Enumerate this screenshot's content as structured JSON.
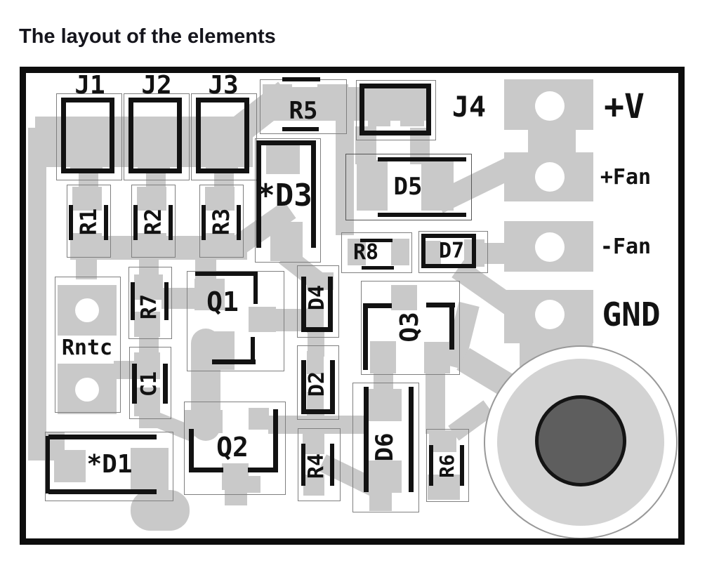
{
  "title": "The layout of the elements",
  "board": {
    "connectors": {
      "j1": "J1",
      "j2": "J2",
      "j3": "J3",
      "j4": "J4"
    },
    "components": {
      "r1": "R1",
      "r2": "R2",
      "r3": "R3",
      "r4": "R4",
      "r5": "R5",
      "r6": "R6",
      "r7": "R7",
      "r8": "R8",
      "rntc": "Rntc",
      "c1": "C1",
      "d1": "*D1",
      "d2": "D2",
      "d3": "*D3",
      "d4": "D4",
      "d5": "D5",
      "d6": "D6",
      "d7": "D7",
      "q1": "Q1",
      "q2": "Q2",
      "q3": "Q3"
    },
    "terminals": {
      "v_plus": "+V",
      "fan_plus": "+Fan",
      "fan_minus": "-Fan",
      "gnd": "GND"
    }
  },
  "colors": {
    "copper_trace": "#c9c9c9",
    "silkscreen_outline": "#7f7f7f",
    "component_ink": "#121212",
    "board_border": "#0d0d0d",
    "pad_disc": "#d3d3d3",
    "hole_center": "#5e5e5e"
  }
}
